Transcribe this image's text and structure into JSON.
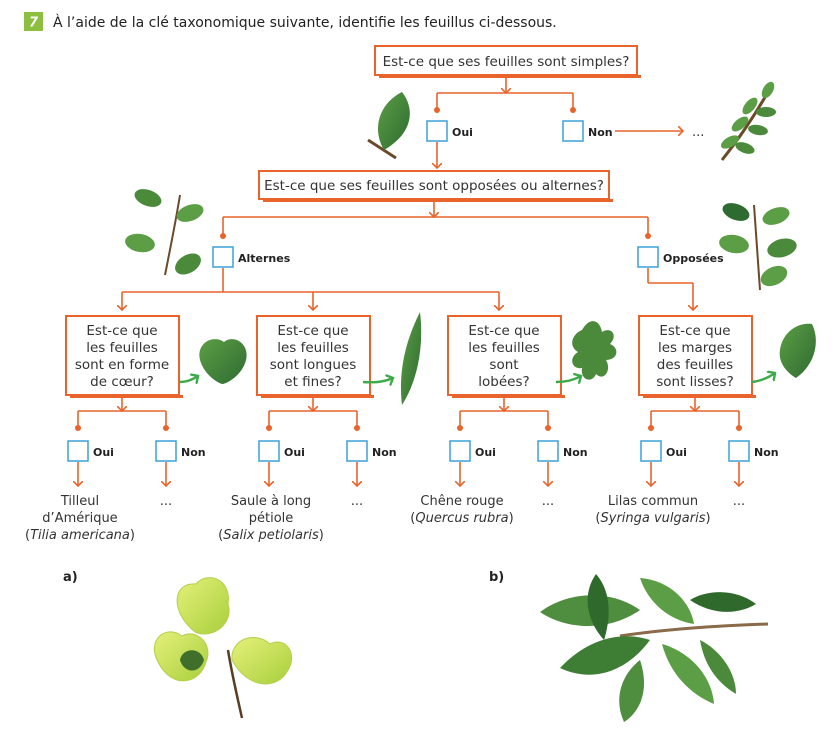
{
  "exercise": {
    "number": "7",
    "instruction": "À l’aide de la clé taxonomique suivante, identifie les feuillus ci-dessous."
  },
  "key": {
    "q1": "Est-ce que ses feuilles sont simples?",
    "q1_yes": "Oui",
    "q1_no": "Non",
    "q1_no_next": "...",
    "q2": "Est-ce que ses feuilles sont opposées ou alternes?",
    "q2_left": "Alternes",
    "q2_right": "Opposées",
    "q3": {
      "line1": "Est-ce que",
      "line2": "les feuilles",
      "line3": "sont en forme",
      "line4": "de cœur?"
    },
    "q4": {
      "line1": "Est-ce que",
      "line2": "les feuilles",
      "line3": "sont longues",
      "line4": "et fines?"
    },
    "q5": {
      "line1": "Est-ce que",
      "line2": "les feuilles",
      "line3": "sont",
      "line4": "lobées?"
    },
    "q6": {
      "line1": "Est-ce que",
      "line2": "les marges",
      "line3": "des feuilles",
      "line4": "sont lisses?"
    },
    "yes": "Oui",
    "no": "Non",
    "ellipsis": "...",
    "r1": {
      "line1": "Tilleul",
      "line2": "d’Amérique",
      "paren_open": "(",
      "latin": "Tilia americana",
      "paren_close": ")"
    },
    "r2": {
      "line1": "Saule à long",
      "line2": "pétiole",
      "paren_open": "(",
      "latin": "Salix petiolaris",
      "paren_close": ")"
    },
    "r3": {
      "line1": "Chêne rouge",
      "paren_open": "(",
      "latin": "Quercus rubra",
      "paren_close": ")"
    },
    "r4": {
      "line1": "Lilas commun",
      "paren_open": "(",
      "latin": "Syringa vulgaris",
      "paren_close": ")"
    }
  },
  "photos": {
    "a": "a)",
    "b": "b)"
  },
  "colors": {
    "orange": "#e8642c",
    "checkbox": "#3aa0d8",
    "badge": "#8cbf3f",
    "green_arrow": "#3daa4a",
    "leaf_dark": "#3f7f3a",
    "leaf_light": "#c9e35a"
  }
}
